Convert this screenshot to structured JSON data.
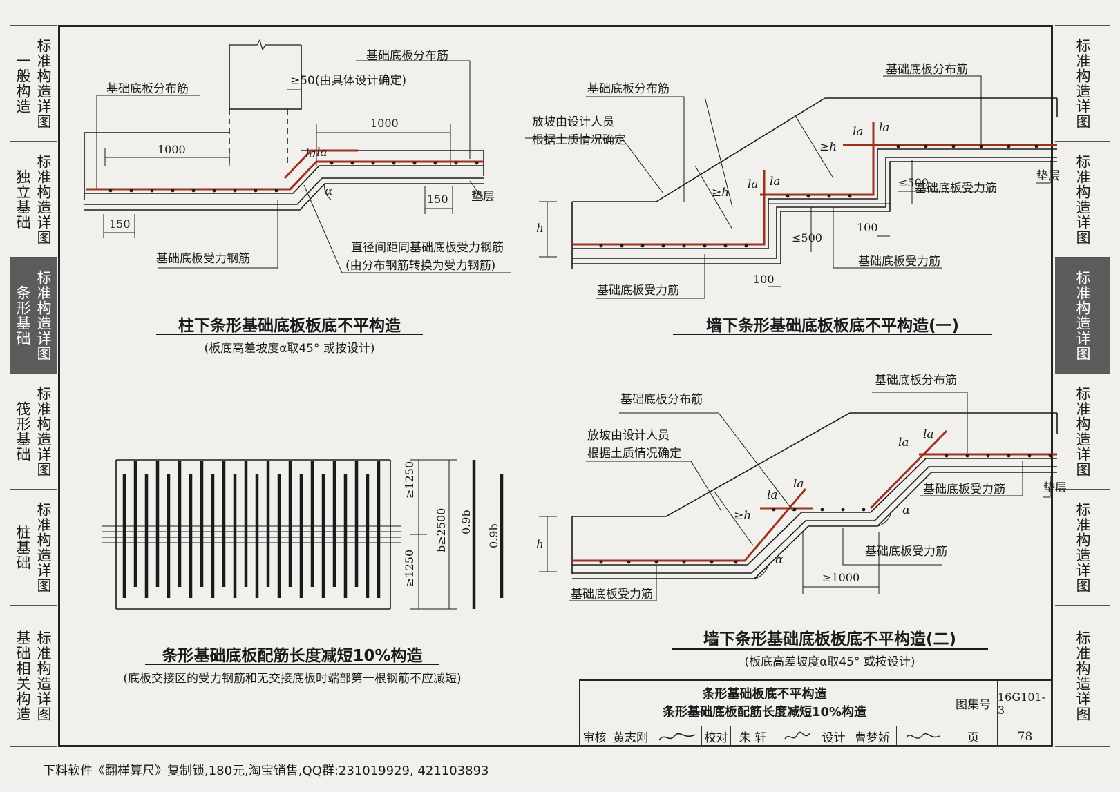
{
  "side_left": [
    {
      "col1": "一般构造",
      "col2": "标准构造详图",
      "active": false
    },
    {
      "col1": "独立基础",
      "col2": "标准构造详图",
      "active": false
    },
    {
      "col1": "条形基础",
      "col2": "标准构造详图",
      "active": true
    },
    {
      "col1": "筏形基础",
      "col2": "标准构造详图",
      "active": false
    },
    {
      "col1": "桩基础",
      "col2": "标准构造详图",
      "active": false
    },
    {
      "col1": "基础相关构造",
      "col2": "标准构造详图",
      "active": false
    }
  ],
  "side_right": [
    {
      "text": "标准构造详图",
      "active": false
    },
    {
      "text": "标准构造详图",
      "active": false
    },
    {
      "text": "标准构造详图",
      "active": true
    },
    {
      "text": "标准构造详图",
      "active": false
    },
    {
      "text": "标准构造详图",
      "active": false
    },
    {
      "text": "标准构造详图",
      "active": false
    }
  ],
  "d1": {
    "title": "柱下条形基础底板板底不平构造",
    "subtitle": "(板底高差坡度α取45° 或按设计)",
    "dist_bar": "基础底板分布筋",
    "dist_bar_top": "基础底板分布筋",
    "min50": "≥50(由具体设计确定)",
    "len_left": "1000",
    "len_right": "1000",
    "la1": "la",
    "la2": "la",
    "alpha": "α",
    "d150a": "150",
    "d150b": "150",
    "cushion": "垫层",
    "main_bar": "基础底板受力钢筋",
    "note1": "直径间距同基础底板受力钢筋",
    "note2": "(由分布钢筋转换为受力钢筋)"
  },
  "d2": {
    "title": "墙下条形基础底板板底不平构造(一)",
    "dist_bar_left": "基础底板分布筋",
    "dist_bar_right": "基础底板分布筋",
    "slope_note1": "放坡由设计人员",
    "slope_note2": "根据土质情况确定",
    "h_label": "h",
    "ge_h1": "≥h",
    "ge_h2": "≥h",
    "la1": "la",
    "la2": "la",
    "la3": "la",
    "la4": "la",
    "le500a": "≤500",
    "le500b": "≤500",
    "d100a": "100",
    "d100b": "100",
    "main_bar_right": "基础底板受力筋",
    "main_bar_mid": "基础底板受力筋",
    "main_bar_left": "基础底板受力筋",
    "cushion": "垫层"
  },
  "d3": {
    "title": "条形基础底板配筋长度减短10%构造",
    "subtitle": "(底板交接区的受力钢筋和无交接底板时端部第一根钢筋不应减短)",
    "dim1": "≥1250",
    "dim2": "≥1250",
    "dim3": "b≥2500",
    "dim4": "0.9b",
    "dim5": "0.9b"
  },
  "d4": {
    "title": "墙下条形基础底板板底不平构造(二)",
    "subtitle": "(板底高差坡度α取45° 或按设计)",
    "dist_bar_left": "基础底板分布筋",
    "dist_bar_right": "基础底板分布筋",
    "slope_note1": "放坡由设计人员",
    "slope_note2": "根据土质情况确定",
    "h_label": "h",
    "ge_h": "≥h",
    "la1": "la",
    "la2": "la",
    "la3": "la",
    "la4": "la",
    "alpha1": "α",
    "alpha2": "α",
    "main_bar_right": "基础底板受力筋",
    "main_bar_mid": "基础底板受力筋",
    "main_bar_left": "基础底板受力筋",
    "cushion": "垫层",
    "ge1000": "≥1000"
  },
  "title_block": {
    "line1": "条形基础板底不平构造",
    "line2": "条形基础底板配筋长度减短10%构造",
    "atlas_label": "图集号",
    "atlas_no": "16G101-3",
    "review_label": "审核",
    "reviewer": "黄志刚",
    "check_label": "校对",
    "checker": "朱 轩",
    "design_label": "设计",
    "designer": "曹梦娇",
    "page_label": "页",
    "page_no": "78"
  },
  "footer": "下料软件《翻样算尺》复制锁,180元,淘宝销售,QQ群:231019929, 421103893",
  "colors": {
    "rebar": "#a0301e",
    "line": "#1a1a1a",
    "active_tab": "#5c5c5c"
  }
}
